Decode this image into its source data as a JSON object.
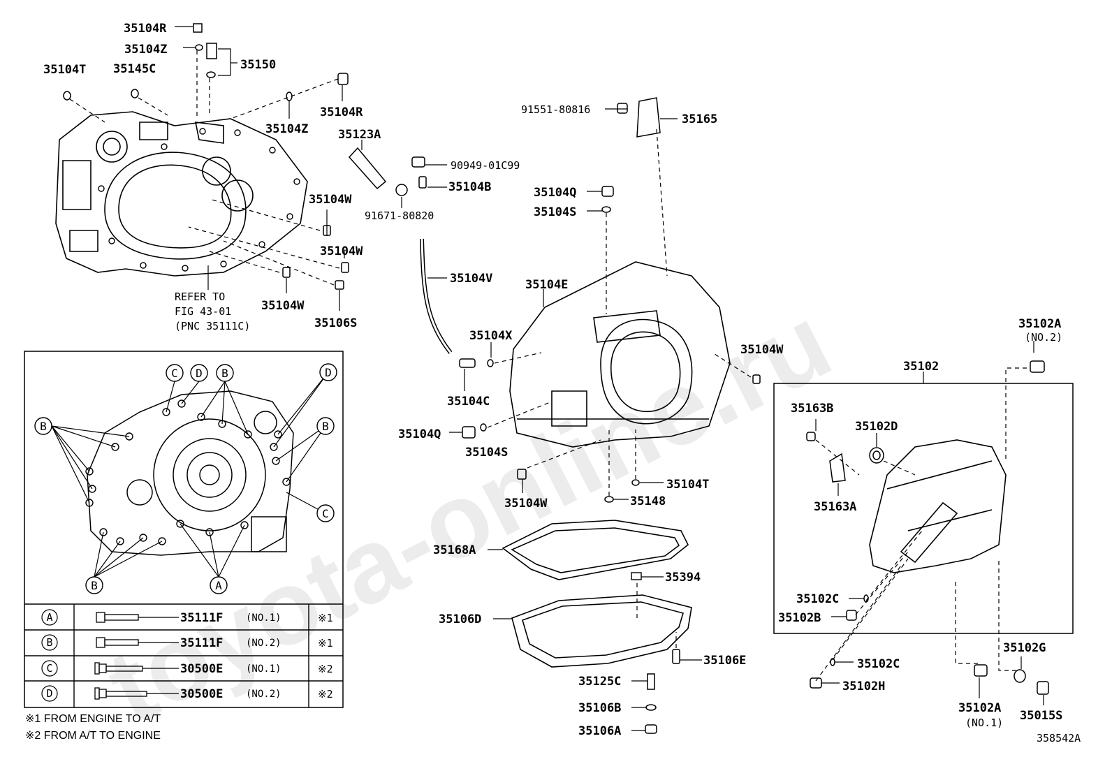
{
  "watermark": "toyota-online.ru",
  "figure_id": "358542A",
  "parts": {
    "p35104R_top": "35104R",
    "p35104Z_top": "35104Z",
    "p35150": "35150",
    "p35104T_top": "35104T",
    "p35145C": "35145C",
    "p35104R_right": "35104R",
    "p35104Z_right": "35104Z",
    "p35123A": "35123A",
    "p90949": "90949-01C99",
    "p35104B": "35104B",
    "p91671": "91671-80820",
    "p91551": "91551-80816",
    "p35165": "35165",
    "p35104Q_top": "35104Q",
    "p35104S_top": "35104S",
    "p35104W_1": "35104W",
    "p35104W_2": "35104W",
    "p35104W_3": "35104W",
    "p35106S": "35106S",
    "p35104V": "35104V",
    "p35104E": "35104E",
    "p35104X": "35104X",
    "p35104C": "35104C",
    "p35104Q_low": "35104Q",
    "p35104S_low": "35104S",
    "p35104W_4": "35104W",
    "p35104W_right": "35104W",
    "p35104T_low": "35104T",
    "p35148": "35148",
    "p35168A": "35168A",
    "p35394": "35394",
    "p35106D": "35106D",
    "p35106E": "35106E",
    "p35125C": "35125C",
    "p35106B": "35106B",
    "p35106A": "35106A",
    "p35102A_top": "35102A",
    "p35102A_top_sub": "(NO.2)",
    "p35102": "35102",
    "p35163B": "35163B",
    "p35102D": "35102D",
    "p35163A": "35163A",
    "p35102C_1": "35102C",
    "p35102B": "35102B",
    "p35102C_2": "35102C",
    "p35102H": "35102H",
    "p35102G": "35102G",
    "p35102A_low": "35102A",
    "p35102A_low_sub": "(NO.1)",
    "p35015S": "35015S"
  },
  "refer": [
    "REFER TO",
    "FIG 43-01",
    "(PNC 35111C)"
  ],
  "callouts": [
    "A",
    "B",
    "C",
    "D"
  ],
  "bolt_table": [
    {
      "mark": "A",
      "part": "35111F",
      "spec": "(NO.1)",
      "note": "※1"
    },
    {
      "mark": "B",
      "part": "35111F",
      "spec": "(NO.2)",
      "note": "※1"
    },
    {
      "mark": "C",
      "part": "30500E",
      "spec": "(NO.1)",
      "note": "※2"
    },
    {
      "mark": "D",
      "part": "30500E",
      "spec": "(NO.2)",
      "note": "※2"
    }
  ],
  "footnotes": [
    "※1 FROM ENGINE TO A/T",
    "※2 FROM A/T TO ENGINE"
  ]
}
